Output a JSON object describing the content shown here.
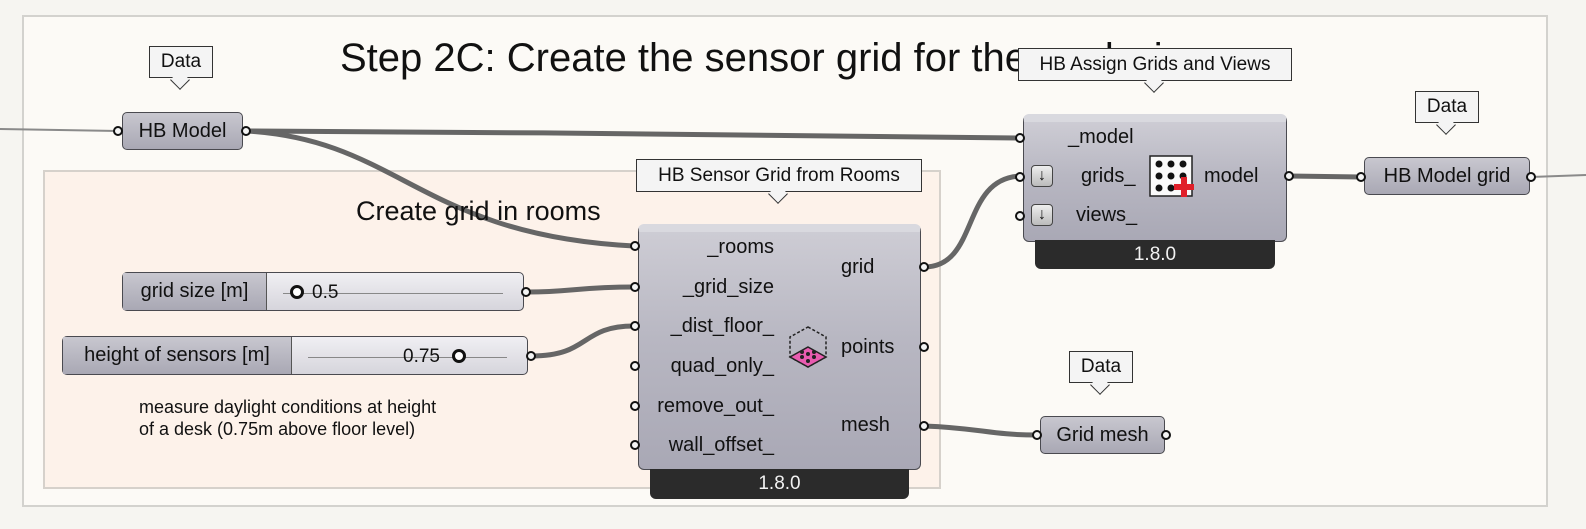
{
  "title": "Step 2C: Create the sensor grid for the analysis",
  "group_title": "Create grid in rooms",
  "note_lines": [
    "measure daylight conditions at height",
    "of a desk (0.75m above floor level)"
  ],
  "tags": {
    "data_left": "Data",
    "data_right": "Data",
    "data_mesh": "Data",
    "sensor_grid": "HB Sensor Grid from Rooms",
    "assign": "HB Assign Grids and Views"
  },
  "params": {
    "hb_model": "HB Model",
    "hb_model_grid": "HB Model grid",
    "grid_mesh": "Grid mesh"
  },
  "sliders": {
    "grid_size": {
      "label": "grid size [m]",
      "value": "0.5"
    },
    "height": {
      "label": "height of sensors [m]",
      "value": "0.75"
    }
  },
  "sensor_grid": {
    "inputs": [
      "_rooms",
      "_grid_size",
      "_dist_floor_",
      "quad_only_",
      "remove_out_",
      "wall_offset_"
    ],
    "outputs": [
      "grid",
      "points",
      "mesh"
    ],
    "version": "1.8.0",
    "icon": "sensor-grid-cube-icon"
  },
  "assign": {
    "inputs": [
      "_model",
      "grids_",
      "views_"
    ],
    "outputs": [
      "model"
    ],
    "version": "1.8.0",
    "icon": "grid-dots-plus-icon"
  },
  "colors": {
    "wire": "#6a6a6a",
    "group_fill": "#fdf2ea",
    "component_fill": "#b8b7c2",
    "footer": "#2b2b2b",
    "accent_red": "#e0202a",
    "icon_pink": "#e85cb0"
  }
}
